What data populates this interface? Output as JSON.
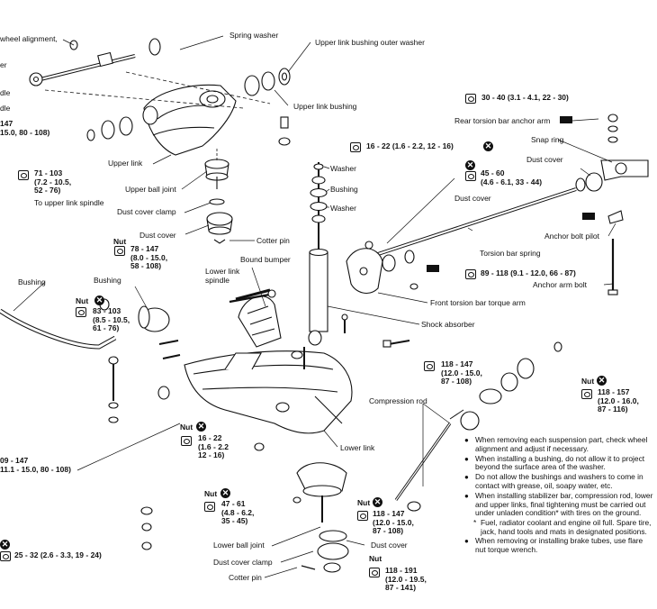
{
  "labels": {
    "wheel_alignment": "wheel alignment,",
    "er": "er",
    "dle1": "dle",
    "dle2": "dle",
    "spring_washer": "Spring washer",
    "upper_link_bushing_outer_washer": "Upper link bushing outer washer",
    "upper_link_bushing": "Upper link bushing",
    "upper_link": "Upper link",
    "upper_ball_joint": "Upper ball joint",
    "to_upper_link_spindle": "To upper link spindle",
    "dust_cover_clamp_1": "Dust cover clamp",
    "dust_cover_1": "Dust cover",
    "cotter_pin_1": "Cotter pin",
    "lower_link_spindle": "Lower link\nspindle",
    "bound_bumper": "Bound bumper",
    "bushing_left": "Bushing",
    "bushing_mid": "Bushing",
    "washer_1": "Washer",
    "bushing_right": "Bushing",
    "washer_2": "Washer",
    "dust_cover_mid": "Dust cover",
    "torsion_bar_spring": "Torsion bar spring",
    "front_torsion_bar_torque_arm": "Front torsion bar torque arm",
    "shock_absorber": "Shock absorber",
    "rear_torsion_bar_anchor_arm": "Rear torsion bar anchor arm",
    "snap_ring": "Snap ring",
    "dust_cover_right": "Dust cover",
    "anchor_bolt_pilot": "Anchor bolt pilot",
    "anchor_arm_bolt": "Anchor arm bolt",
    "compression_rod": "Compression rod",
    "lower_link": "Lower link",
    "lower_ball_joint": "Lower ball joint",
    "dust_cover_clamp_2": "Dust cover clamp",
    "cotter_pin_2": "Cotter pin",
    "dust_cover_bottom": "Dust cover",
    "nut": "Nut"
  },
  "torques": {
    "t_147_top": [
      "147",
      "15.0, 80 - 108)"
    ],
    "t_71_103": [
      "71 - 103",
      "(7.2 - 10.5,",
      "52 - 76)"
    ],
    "t_78_147": [
      "78 - 147",
      "(8.0 - 15.0,",
      "58 - 108)"
    ],
    "t_16_22_top": [
      "16 - 22 (1.6 - 2.2, 12 - 16)"
    ],
    "t_45_60": [
      "45 - 60",
      "(4.6 - 6.1, 33 - 44)"
    ],
    "t_89_118": [
      "89 - 118 (9.1 - 12.0, 66 - 87)"
    ],
    "t_30_40": [
      "30 - 40 (3.1 - 4.1, 22 - 30)"
    ],
    "t_83_103": [
      "83 - 103",
      "(8.5 - 10.5,",
      "61 - 76)"
    ],
    "t_118_147_mid": [
      "118 - 147",
      "(12.0 - 15.0,",
      "87 - 108)"
    ],
    "t_118_157": [
      "118 - 157",
      "(12.0 - 16.0,",
      "87 - 116)"
    ],
    "t_16_22_low": [
      "16 - 22",
      "(1.6 - 2.2",
      "12 - 16)"
    ],
    "t_09_147": [
      "09 - 147",
      "11.1 - 15.0, 80 - 108)"
    ],
    "t_47_61": [
      "47 - 61",
      "(4.8 - 6.2,",
      "35 - 45)"
    ],
    "t_25_32": [
      "25 - 32 (2.6 - 3.3, 19 - 24)"
    ],
    "t_118_147_low": [
      "118 - 147",
      "(12.0 - 15.0,",
      "87 - 108)"
    ],
    "t_118_191": [
      "118 - 191",
      "(12.0 - 19.5,",
      "87 - 141)"
    ]
  },
  "notes": [
    "When removing each suspension part, check wheel alignment and adjust if necessary.",
    "When installing a bushing, do not allow it to project beyond the surface area of the washer.",
    "Do not allow the bushings and washers to come in contact with grease, oil, soapy water, etc.",
    "When installing stabilizer bar, compression rod, lower and upper links, final tightening must be carried out under unladen condition* with tires on the ground."
  ],
  "sub_note": "Fuel, radiator coolant and engine oil full. Spare tire, jack, hand tools and mats in designated positions.",
  "last_note": "When removing or installing brake tubes, use flare nut torque wrench.",
  "icons": {
    "torque": "torque-wrench-icon",
    "replace": "replace-x-icon",
    "grease": "grease-icon"
  }
}
